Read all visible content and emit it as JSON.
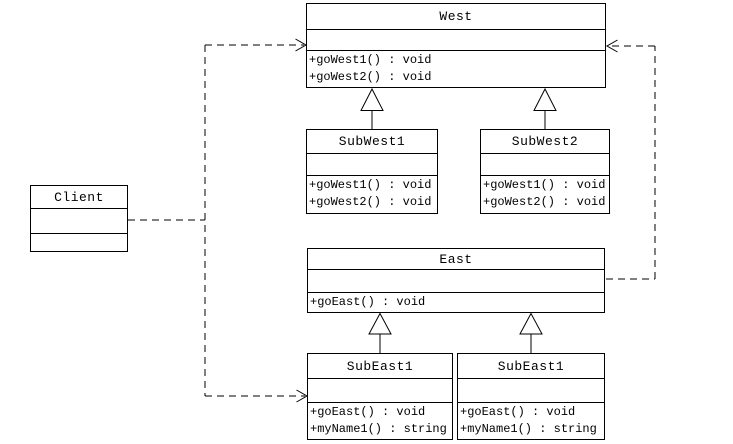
{
  "classes": {
    "west": {
      "name": "West",
      "methods": [
        "+goWest1() : void",
        "+goWest2() : void"
      ]
    },
    "subwest1": {
      "name": "SubWest1",
      "methods": [
        "+goWest1() : void",
        "+goWest2() : void"
      ]
    },
    "subwest2": {
      "name": "SubWest2",
      "methods": [
        "+goWest1() : void",
        "+goWest2() : void"
      ]
    },
    "client": {
      "name": "Client",
      "methods": []
    },
    "east": {
      "name": "East",
      "methods": [
        "+goEast() : void"
      ]
    },
    "subeast1": {
      "name": "SubEast1",
      "methods": [
        "+goEast() : void",
        "+myName1() : string"
      ]
    },
    "subeast2": {
      "name": "SubEast1",
      "methods": [
        "+goEast() : void",
        "+myName1() : string"
      ]
    }
  },
  "relationships": [
    {
      "type": "dependency",
      "from": "Client",
      "to": "West",
      "line": "dashed-open-arrow"
    },
    {
      "type": "dependency",
      "from": "Client",
      "to": "SubEast1",
      "line": "dashed-open-arrow"
    },
    {
      "type": "dependency",
      "from": "East",
      "to": "West",
      "line": "dashed-open-arrow"
    },
    {
      "type": "generalization",
      "from": "SubWest1",
      "to": "West",
      "line": "solid-hollow-triangle"
    },
    {
      "type": "generalization",
      "from": "SubWest2",
      "to": "West",
      "line": "solid-hollow-triangle"
    },
    {
      "type": "generalization",
      "from": "SubEast1",
      "to": "East",
      "line": "solid-hollow-triangle"
    },
    {
      "type": "generalization",
      "from": "SubEast1",
      "to": "East",
      "line": "solid-hollow-triangle"
    }
  ],
  "colors": {
    "line": "#000000",
    "background": "#ffffff",
    "box_fill": "#ffffff"
  }
}
